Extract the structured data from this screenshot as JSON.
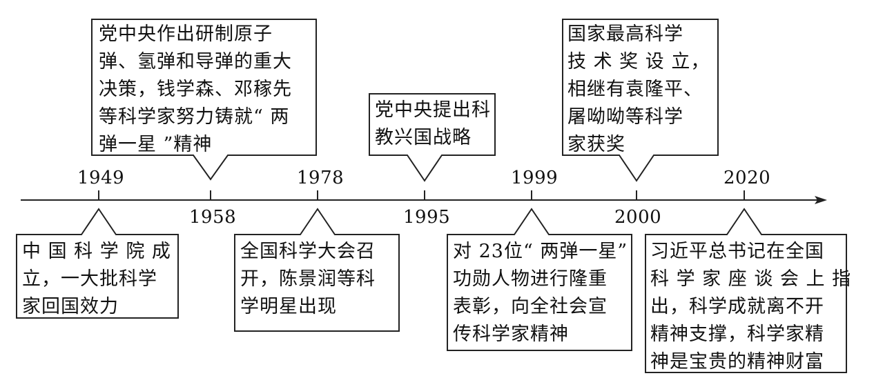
{
  "timeline": {
    "events": [
      {
        "id": "1949",
        "year": "1949",
        "side": "below",
        "text": "中 国 科 学 院 成\n立，一大批科学\n家回国效力"
      },
      {
        "id": "1958",
        "year": "1958",
        "side": "above",
        "text": "党中央作出研制原子\n弹、氢弹和导弹的重大\n决策，钱学森、邓稼先\n等科学家努力铸就“ 两\n弹一星 ”精神"
      },
      {
        "id": "1978",
        "year": "1978",
        "side": "below",
        "text": "全国科学大会召\n开，陈景润等科\n学明星出现"
      },
      {
        "id": "1995",
        "year": "1995",
        "side": "above",
        "text": "党中央提出科\n教兴国战略"
      },
      {
        "id": "1999",
        "year": "1999",
        "side": "below",
        "text": "对 23位“ 两弹一星”\n功勋人物进行隆重\n表彰，向全社会宣\n传科学家精神"
      },
      {
        "id": "2000",
        "year": "2000",
        "side": "above",
        "text": "国家最高科学\n技 术 奖 设 立，\n相继有袁隆平、\n屠呦呦等科学\n家获奖"
      },
      {
        "id": "2020",
        "year": "2020",
        "side": "below",
        "text": "习近平总书记在全国\n科 学 家 座 谈 会 上 指\n出，科学成就离不开\n精神支撑，科学家精\n神是宝贵的精神财富"
      }
    ]
  }
}
